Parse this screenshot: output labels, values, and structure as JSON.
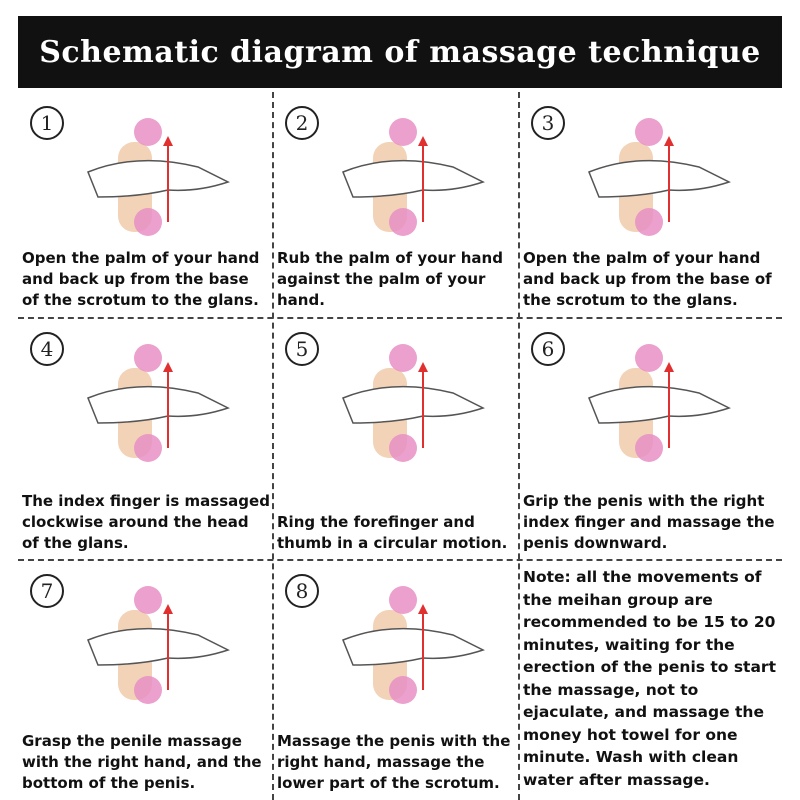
{
  "title": "Schematic diagram of massage technique",
  "steps": [
    {
      "num": "1",
      "caption": "Open the palm of your hand and back up from the base of the scrotum to the glans."
    },
    {
      "num": "2",
      "caption": "Rub the palm of your hand against the palm of your hand."
    },
    {
      "num": "3",
      "caption": "Open the palm of your hand and back up from the base of the scrotum to the glans."
    },
    {
      "num": "4",
      "caption": "The index finger is massaged clockwise around the head of the glans."
    },
    {
      "num": "5",
      "caption": "Ring the forefinger and thumb in a circular motion."
    },
    {
      "num": "6",
      "caption": "Grip the penis with the right index finger and massage the penis downward."
    },
    {
      "num": "7",
      "caption": "Grasp the penile massage with the right hand, and the bottom of the penis."
    },
    {
      "num": "8",
      "caption": "Massage the penis with the right hand, massage the lower part of the scrotum."
    }
  ],
  "note": "Note: all the movements of the meihan group are recommended to be 15 to 20 minutes, waiting for the erection of the penis to start the massage, not to ejaculate, and massage the money hot towel for one minute. Wash with clean water after massage.",
  "colors": {
    "title_bg": "#111111",
    "skin": "#f2d3b8",
    "censor": "#e88fc4",
    "arrow": "#e03030"
  }
}
